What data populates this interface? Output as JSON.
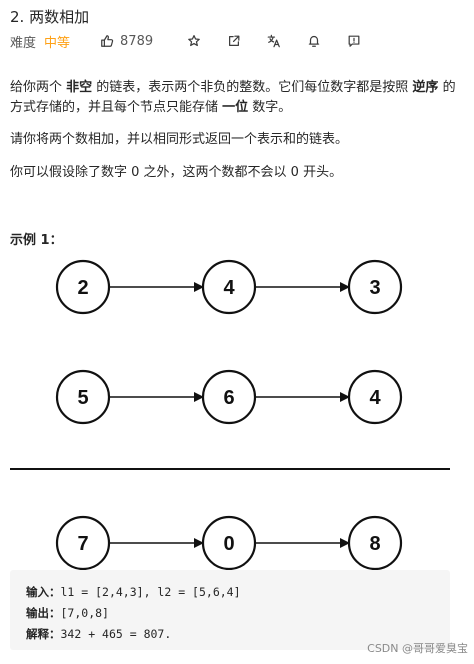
{
  "problem": {
    "title": "2. 两数相加",
    "difficulty_label": "难度",
    "difficulty": "中等",
    "likes": "8789"
  },
  "description": {
    "p1_a": "给你两个 ",
    "p1_b": "非空",
    "p1_c": " 的链表，表示两个非负的整数。它们每位数字都是按照 ",
    "p1_d": "逆序",
    "p1_e": " 的方式存储的，并且每个节点只能存储 ",
    "p1_f": "一位",
    "p1_g": " 数字。",
    "p2": "请你将两个数相加，并以相同形式返回一个表示和的链表。",
    "p3": "你可以假设除了数字 0 之外，这两个数都不会以 0 开头。"
  },
  "example": {
    "title": "示例 1：",
    "list1": [
      "2",
      "4",
      "3"
    ],
    "list2": [
      "5",
      "6",
      "4"
    ],
    "result": [
      "7",
      "0",
      "8"
    ],
    "input_label": "输入：",
    "input_value": "l1 = [2,4,3], l2 = [5,6,4]",
    "output_label": "输出：",
    "output_value": "[7,0,8]",
    "explain_label": "解释：",
    "explain_value": "342 + 465 = 807."
  },
  "watermark": "CSDN @哥哥爱臭宝",
  "icons": [
    "thumb-up-icon",
    "star-icon",
    "share-icon",
    "translate-icon",
    "bell-icon",
    "feedback-icon"
  ]
}
